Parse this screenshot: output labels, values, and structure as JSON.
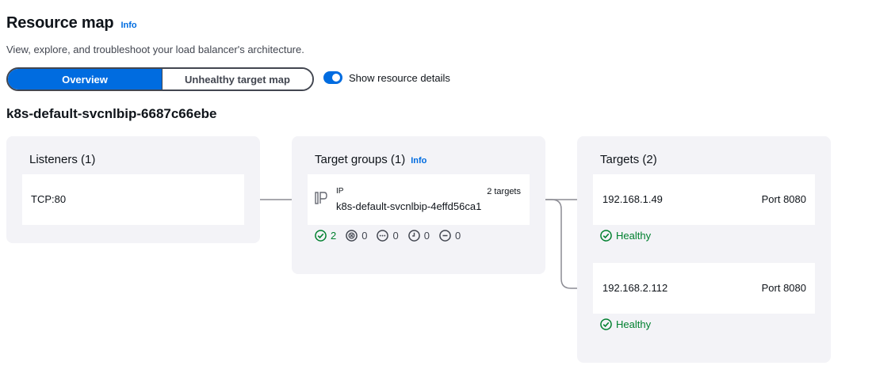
{
  "header": {
    "title": "Resource map",
    "info_label": "Info",
    "subtitle": "View, explore, and troubleshoot your load balancer's architecture."
  },
  "view_toggle": {
    "options": [
      "Overview",
      "Unhealthy target map"
    ],
    "selected": "Overview"
  },
  "show_details": {
    "label": "Show resource details",
    "checked": true
  },
  "load_balancer_name": "k8s-default-svcnlbip-6687c66ebe",
  "listeners": {
    "title": "Listeners (1)",
    "items": [
      "TCP:80"
    ]
  },
  "target_groups": {
    "title": "Target groups (1)",
    "info_label": "Info",
    "items": [
      {
        "type": "IP",
        "target_count": "2 targets",
        "name": "k8s-default-svcnlbip-4effd56ca1",
        "status_counts": [
          "2",
          "0",
          "0",
          "0",
          "0"
        ]
      }
    ]
  },
  "targets": {
    "title": "Targets (2)",
    "items": [
      {
        "ip": "192.168.1.49",
        "port": "Port 8080",
        "status": "Healthy"
      },
      {
        "ip": "192.168.2.112",
        "port": "Port 8080",
        "status": "Healthy"
      }
    ]
  },
  "colors": {
    "accent": "#006ce0",
    "healthy": "#00802f",
    "panel_bg": "#f3f3f7",
    "connector": "#8c8c94"
  },
  "icons": {
    "target_group": "ip-icon",
    "statuses": [
      "healthy-check-icon",
      "unhealthy-x-icon",
      "unused-dots-icon",
      "initial-clock-icon",
      "draining-minus-icon"
    ]
  }
}
